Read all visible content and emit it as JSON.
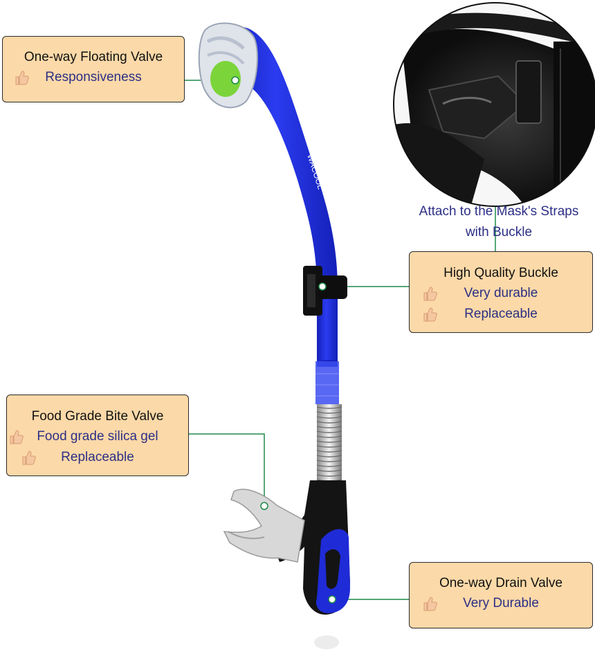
{
  "brand": "WACOOL",
  "mask_caption": [
    "Attach to the Mask's Straps",
    "with Buckle"
  ],
  "callouts": {
    "floating_valve": {
      "title": "One-way Floating Valve",
      "features": [
        "Responsiveness"
      ]
    },
    "buckle": {
      "title": "High Quality Buckle",
      "features": [
        "Very durable",
        "Replaceable"
      ]
    },
    "bite_valve": {
      "title": "Food Grade Bite Valve",
      "features": [
        "Food grade silica gel",
        "Replaceable"
      ]
    },
    "drain_valve": {
      "title": "One-way Drain Valve",
      "features": [
        "Very Durable"
      ]
    }
  },
  "colors": {
    "tube": "#1f2bd6",
    "callout_bg": "#fcd9a8",
    "feature_text": "#2c2f86",
    "connector": "#1d8a4a"
  },
  "icons": {
    "feature_bullet": "thumbs-up-icon"
  }
}
